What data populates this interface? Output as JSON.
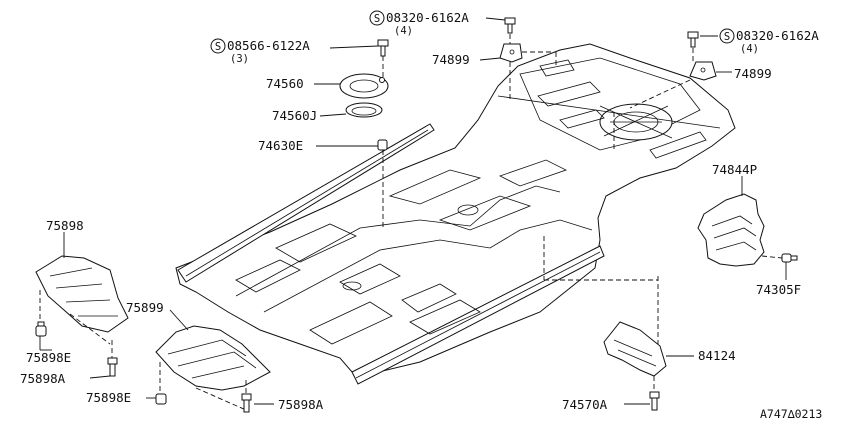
{
  "parts": {
    "p_08320_left": {
      "prefix": "S",
      "number": "08320-6162A",
      "qty": "(4)"
    },
    "p_08320_right": {
      "prefix": "S",
      "number": "08320-6162A",
      "qty": "(4)"
    },
    "p_08566": {
      "prefix": "S",
      "number": "08566-6122A",
      "qty": "(3)"
    },
    "p_74899_left": "74899",
    "p_74899_right": "74899",
    "p_74560": "74560",
    "p_74560J": "74560J",
    "p_74630E": "74630E",
    "p_74844P": "74844P",
    "p_74305F": "74305F",
    "p_75898": "75898",
    "p_75899": "75899",
    "p_75898E_a": "75898E",
    "p_75898A_a": "75898A",
    "p_75898E_b": "75898E",
    "p_75898A_b": "75898A",
    "p_84124": "84124",
    "p_74570A": "74570A"
  },
  "reference": "A747∆0213"
}
